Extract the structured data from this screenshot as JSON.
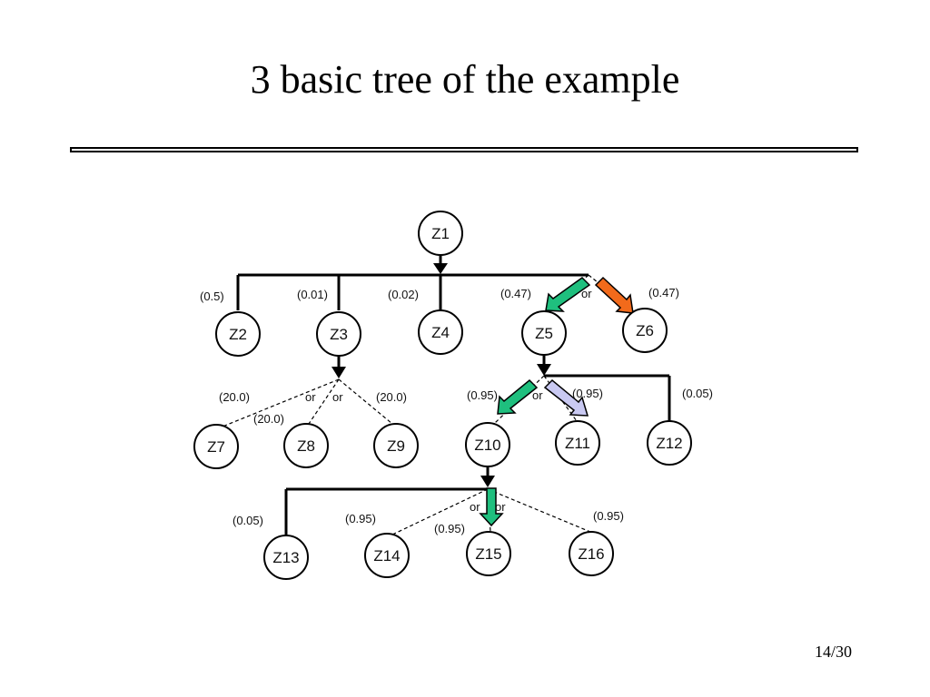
{
  "slide": {
    "title": "3 basic tree of the example",
    "page_number": "14/30"
  },
  "tree": {
    "nodes": [
      {
        "id": "z1",
        "label": "Z1"
      },
      {
        "id": "z2",
        "label": "Z2"
      },
      {
        "id": "z3",
        "label": "Z3"
      },
      {
        "id": "z4",
        "label": "Z4"
      },
      {
        "id": "z5",
        "label": "Z5"
      },
      {
        "id": "z6",
        "label": "Z6"
      },
      {
        "id": "z7",
        "label": "Z7"
      },
      {
        "id": "z8",
        "label": "Z8"
      },
      {
        "id": "z9",
        "label": "Z9"
      },
      {
        "id": "z10",
        "label": "Z10"
      },
      {
        "id": "z11",
        "label": "Z11"
      },
      {
        "id": "z12",
        "label": "Z12"
      },
      {
        "id": "z13",
        "label": "Z13"
      },
      {
        "id": "z14",
        "label": "Z14"
      },
      {
        "id": "z15",
        "label": "Z15"
      },
      {
        "id": "z16",
        "label": "Z16"
      }
    ],
    "edges": [
      {
        "from": "z1",
        "to": "z2",
        "prob": "(0.5)",
        "style": "solid"
      },
      {
        "from": "z1",
        "to": "z3",
        "prob": "(0.01)",
        "style": "solid"
      },
      {
        "from": "z1",
        "to": "z4",
        "prob": "(0.02)",
        "style": "solid"
      },
      {
        "from": "z1",
        "to": "z5",
        "prob": "(0.47)",
        "style": "or"
      },
      {
        "from": "z1",
        "to": "z6",
        "prob": "(0.47)",
        "style": "or"
      },
      {
        "from": "z3",
        "to": "z7",
        "prob": "(20.0)",
        "style": "or"
      },
      {
        "from": "z3",
        "to": "z8",
        "prob": "(20.0)",
        "style": "or"
      },
      {
        "from": "z3",
        "to": "z9",
        "prob": "(20.0)",
        "style": "or"
      },
      {
        "from": "z5",
        "to": "z10",
        "prob": "(0.95)",
        "style": "or"
      },
      {
        "from": "z5",
        "to": "z11",
        "prob": "(0.95)",
        "style": "or"
      },
      {
        "from": "z5",
        "to": "z12",
        "prob": "(0.05)",
        "style": "solid"
      },
      {
        "from": "z10",
        "to": "z13",
        "prob": "(0.05)",
        "style": "solid"
      },
      {
        "from": "z10",
        "to": "z14",
        "prob": "(0.95)",
        "style": "or"
      },
      {
        "from": "z10",
        "to": "z15",
        "prob": "(0.95)",
        "style": "or"
      },
      {
        "from": "z10",
        "to": "z16",
        "prob": "(0.95)",
        "style": "or"
      }
    ],
    "or_label": "or",
    "highlight_colors": {
      "green": "#1fbf7e",
      "orange": "#f26a1b",
      "lavender": "#c9c9f2"
    }
  }
}
